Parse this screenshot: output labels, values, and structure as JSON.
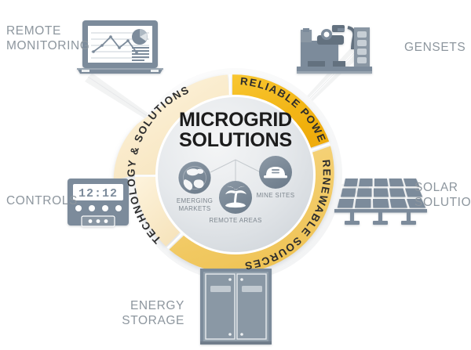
{
  "graphic": {
    "title": "Microgrid Solutions wheel infographic",
    "center": {
      "line1": "MICROGRID",
      "line2": "SOLUTIONS",
      "text": "MICROGRID\nSOLUTIONS"
    },
    "ring_segments": [
      {
        "id": "technology",
        "label": "TECHNOLOGY & SOLUTIONS",
        "color": "#FAEBC8",
        "position": "upper-left"
      },
      {
        "id": "reliable-power",
        "label": "RELIABLE POWER",
        "color": "#F5B81E",
        "position": "top-right"
      },
      {
        "id": "renewable-sources",
        "label": "RENEWABLE SOURCES",
        "color": "#F3CE6A",
        "position": "lower-right"
      }
    ],
    "sub_icons": [
      {
        "id": "emerging-markets",
        "label": "EMERGING\nMARKETS",
        "icon": "globe-icon"
      },
      {
        "id": "remote-areas",
        "label": "REMOTE AREAS",
        "icon": "palm-island-icon"
      },
      {
        "id": "mine-sites",
        "label": "MINE SITES",
        "icon": "hard-hat-icon"
      }
    ],
    "outer_nodes": [
      {
        "id": "remote-monitoring",
        "label": "REMOTE\nMONITORING",
        "icon": "laptop-chart-icon"
      },
      {
        "id": "gensets",
        "label": "GENSETS",
        "icon": "generator-icon"
      },
      {
        "id": "solar-solutions",
        "label": "SOLAR\nSOLUTIONS",
        "icon": "solar-panel-icon"
      },
      {
        "id": "energy-storage",
        "label": "ENERGY\nSTORAGE",
        "icon": "battery-cabinet-icon"
      },
      {
        "id": "controls",
        "label": "CONTROLS",
        "icon": "control-panel-icon"
      }
    ],
    "controls_display_value": "12:12",
    "colors": {
      "gold_strong": "#F5B81E",
      "gold_mid": "#F3CE6A",
      "gold_pale": "#FAEBC8",
      "icon_gray": "#7C8B9B",
      "label_gray": "#8d969e",
      "title_black": "#1c1c1c",
      "inner_disc": "#E4E7EA",
      "background": "#FFFFFF"
    }
  }
}
